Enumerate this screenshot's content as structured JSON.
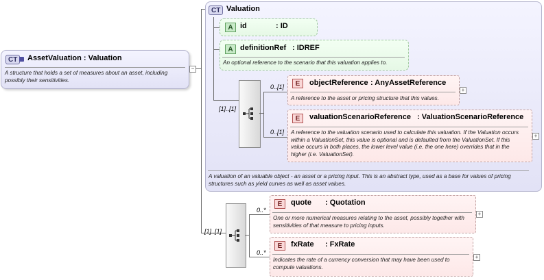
{
  "root": {
    "badge": "CT",
    "title": "AssetValuation : Valuation",
    "description": "A structure that holds a set of measures about an asset, including possibly their sensitivities."
  },
  "valuation": {
    "badge": "CT",
    "title": "Valuation",
    "description": "A valuation of an valuable object - an asset or a pricing input. This is an abstract type, used as a base for values of pricing structures such as yield curves as well as asset values.",
    "attributes": [
      {
        "badge": "A",
        "name": "id",
        "type": ": ID",
        "description": ""
      },
      {
        "badge": "A",
        "name": "definitionRef",
        "type": ": IDREF",
        "description": "An optional reference to the scenario that this valuation applies to."
      }
    ],
    "sequence_cardinality": "[1]..[1]",
    "elements": [
      {
        "badge": "E",
        "cardinality": "0..[1]",
        "name": "objectReference",
        "type": ": AnyAssetReference",
        "description": "A reference to the asset or pricing structure that this values."
      },
      {
        "badge": "E",
        "cardinality": "0..[1]",
        "name": "valuationScenarioReference",
        "type": ": ValuationScenarioReference",
        "description": "A reference to the valuation scenario used to calculate this valuation. If the Valuation occurs within a ValuationSet, this value is optional and is defaulted from the ValuationSet. If this value occurs in both places, the lower level value (i.e. the one here) overrides that in the higher (i.e. ValuationSet)."
      }
    ]
  },
  "extension": {
    "sequence_cardinality": "[1]..[1]",
    "elements": [
      {
        "badge": "E",
        "cardinality": "0..*",
        "name": "quote",
        "type": ": Quotation",
        "description": "One or more numerical measures relating to the asset, possibly together with sensitivities of that measure to pricing inputs."
      },
      {
        "badge": "E",
        "cardinality": "0..*",
        "name": "fxRate",
        "type": ": FxRate",
        "description": "Indicates the rate of a currency conversion that may have been used to compute valuations."
      }
    ]
  },
  "icons": [
    "ct-icon",
    "expand-plus-icon",
    "sequence-icon"
  ]
}
